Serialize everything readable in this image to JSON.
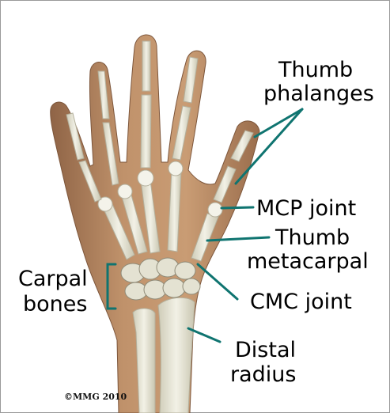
{
  "labels": {
    "thumb_phalanges_line1": "Thumb",
    "thumb_phalanges_line2": "phalanges",
    "mcp_joint": "MCP joint",
    "thumb_metacarpal_line1": "Thumb",
    "thumb_metacarpal_line2": "metacarpal",
    "carpal_bones_line1": "Carpal",
    "carpal_bones_line2": "bones",
    "cmc_joint": "CMC joint",
    "distal_radius_line1": "Distal",
    "distal_radius_line2": "radius"
  },
  "copyright": "©MMG 2010",
  "colors": {
    "leader_line": "#0f7470",
    "skin": "#b98a63",
    "bone": "#e8e6d6"
  }
}
